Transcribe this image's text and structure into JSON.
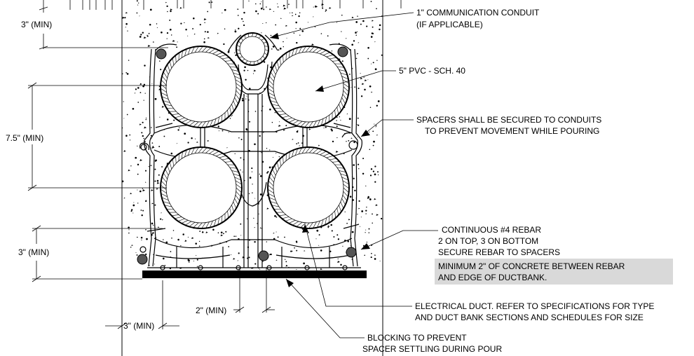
{
  "drawing": {
    "callouts": {
      "comm_conduit": [
        "1\" COMMUNICATION CONDUIT",
        "(IF APPLICABLE)"
      ],
      "pvc": "5\" PVC - SCH. 40",
      "spacers": [
        "SPACERS SHALL BE SECURED TO CONDUITS",
        "TO PREVENT MOVEMENT WHILE POURING"
      ],
      "rebar": [
        "CONTINUOUS #4 REBAR",
        "2 ON TOP, 3 ON BOTTOM",
        "SECURE REBAR TO SPACERS"
      ],
      "rebar_note": [
        "MINIMUM 2\" OF CONCRETE BETWEEN REBAR",
        "AND EDGE OF DUCTBANK."
      ],
      "duct": [
        "ELECTRICAL DUCT. REFER TO SPECIFICATIONS FOR TYPE",
        "AND DUCT BANK SECTIONS AND SCHEDULES FOR SIZE"
      ],
      "blocking": [
        "BLOCKING TO PREVENT",
        "SPACER SETTLING DURING POUR"
      ]
    },
    "dimensions": {
      "top_cover": "3\" (MIN)",
      "pipe_spacing": "7.5\" (MIN)",
      "bottom_cover": "3\" (MIN)",
      "pipe_gap": "2\" (MIN)",
      "side_cover": "3\" (MIN)"
    },
    "colors": {
      "line": "#000000",
      "note_highlight": "#d9d9d9",
      "rebar_fill": "#555555"
    }
  }
}
